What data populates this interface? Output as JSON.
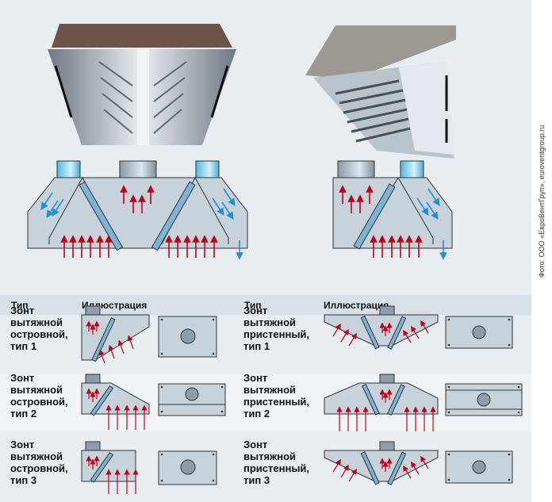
{
  "table": {
    "headers": {
      "type_left": "Тип",
      "illustration_left": "Иллюстрация",
      "type_right": "Тип",
      "illustration_right": "Иллюстрация"
    },
    "rows": [
      {
        "left_label": "Зонт\nвытяжной\nостровной,\nтип 1",
        "right_label": "Зонт\nвытяжной\nпристенный,\nтип 1"
      },
      {
        "left_label": "Зонт\nвытяжной\nостровной,\nтип 2",
        "right_label": "Зонт\nвытяжной\nпристенный,\nтип 2"
      },
      {
        "left_label": "Зонт\nвытяжной\nостровной,\nтип 3",
        "right_label": "Зонт\nвытяжной\nпристенный,\nтип 3"
      }
    ]
  },
  "credit": "Фото: ООО «ЕвроВентГруп», euroventgroup.ru",
  "colors": {
    "body_fill": "#c7d2da",
    "outline": "#333333",
    "filter": "#7db3d6",
    "arrow_red": "#c0001a",
    "arrow_blue": "#1f8fd6",
    "duct": "#8e9ea9"
  }
}
